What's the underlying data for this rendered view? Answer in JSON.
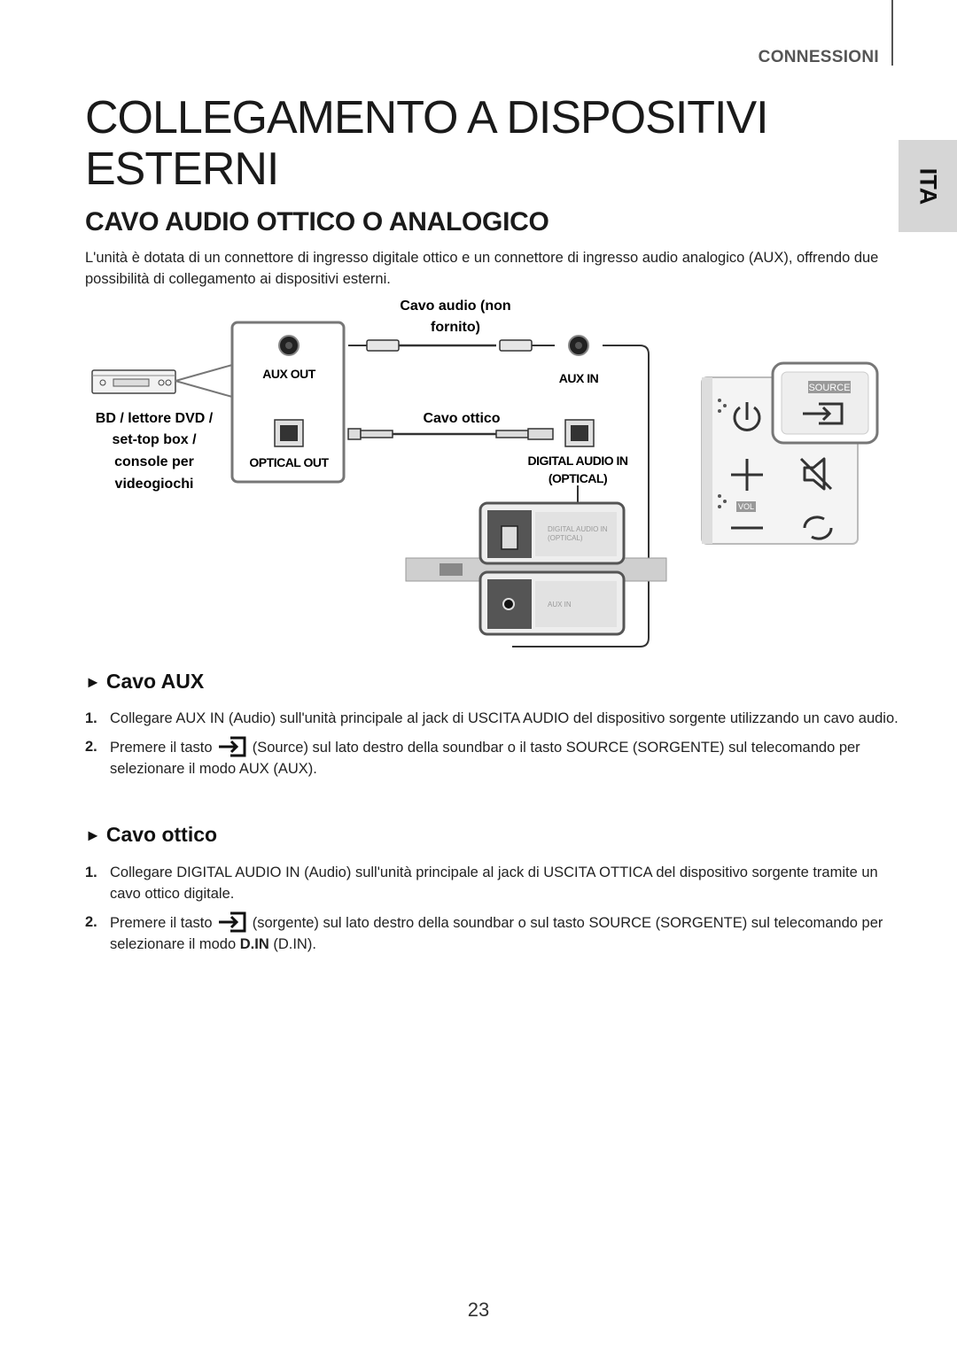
{
  "header": {
    "section": "CONNESSIONI"
  },
  "language_tab": "ITA",
  "title": "COLLEGAMENTO A DISPOSITIVI ESTERNI",
  "subtitle": "CAVO AUDIO OTTICO O ANALOGICO",
  "intro": "L'unità è dotata di un connettore di ingresso digitale ottico e un connettore di ingresso audio analogico (AUX), offrendo due possibilità di collegamento ai dispositivi esterni.",
  "diagram": {
    "source_device_label": [
      "BD / lettore DVD /",
      "set-top box /",
      "console per",
      "videogiochi"
    ],
    "aux_out": "AUX OUT",
    "optical_out": "OPTICAL OUT",
    "audio_cable_label": [
      "Cavo audio (non",
      "fornito)"
    ],
    "optical_cable_label": "Cavo ottico",
    "aux_in": "AUX IN",
    "digital_audio_in": [
      "DIGITAL AUDIO IN",
      "(OPTICAL)"
    ],
    "panel_digital_in": [
      "DIGITAL AUDIO IN",
      "(OPTICAL)"
    ],
    "panel_aux_in": "AUX IN",
    "source_button": "SOURCE",
    "vol_label": "VOL"
  },
  "aux_section": {
    "heading": "Cavo AUX",
    "steps": [
      {
        "num": "1.",
        "parts": [
          "Collegare ",
          "AUX IN",
          " (Audio) sull'unità principale al jack di USCITA AUDIO del dispositivo sorgente utilizzando un cavo audio."
        ]
      },
      {
        "num": "2.",
        "parts": [
          "Premere il tasto ",
          " (Source) sul lato destro della soundbar o il tasto ",
          "SOURCE (SORGENTE)",
          " sul telecomando per selezionare il modo ",
          "AUX",
          " (AUX)."
        ]
      }
    ]
  },
  "optical_section": {
    "heading": "Cavo ottico",
    "steps": [
      {
        "num": "1.",
        "parts": [
          "Collegare ",
          "DIGITAL AUDIO IN (Audio)",
          " sull'unità principale al jack di USCITA OTTICA del dispositivo sorgente tramite un cavo ottico digitale."
        ]
      },
      {
        "num": "2.",
        "parts": [
          "Premere il tasto ",
          " (sorgente) sul lato destro della soundbar o sul tasto ",
          "SOURCE (SORGENTE)",
          " sul telecomando per selezionare il modo ",
          "D.IN",
          " (D.IN)."
        ]
      }
    ]
  },
  "page_number": "23"
}
